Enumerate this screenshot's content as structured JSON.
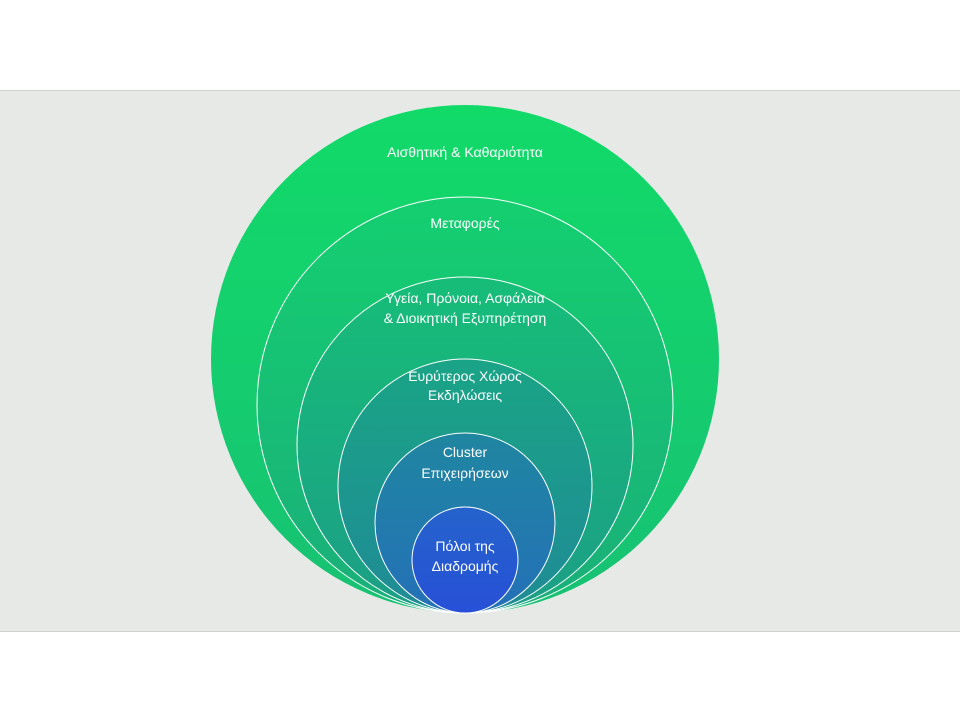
{
  "diagram": {
    "type": "nested-circles",
    "colors": {
      "background": "#e7e9e7",
      "outer": "#12d86a",
      "inner": "#2557d6",
      "ring_stroke": "#ffffff"
    },
    "rings": [
      {
        "lines": [
          "Αισθητική & Καθαριότητα"
        ]
      },
      {
        "lines": [
          "Μεταφορές"
        ]
      },
      {
        "lines": [
          "Υγεία, Πρόνοια, Ασφάλεια",
          "& Διοικητική Εξυπηρέτηση"
        ]
      },
      {
        "lines": [
          "Ευρύτερος Χώρος",
          "Εκδηλώσεις"
        ]
      },
      {
        "lines": [
          "Cluster",
          "Επιχειρήσεων"
        ]
      },
      {
        "lines": [
          "Πόλοι της",
          "Διαδρομής"
        ]
      }
    ]
  }
}
